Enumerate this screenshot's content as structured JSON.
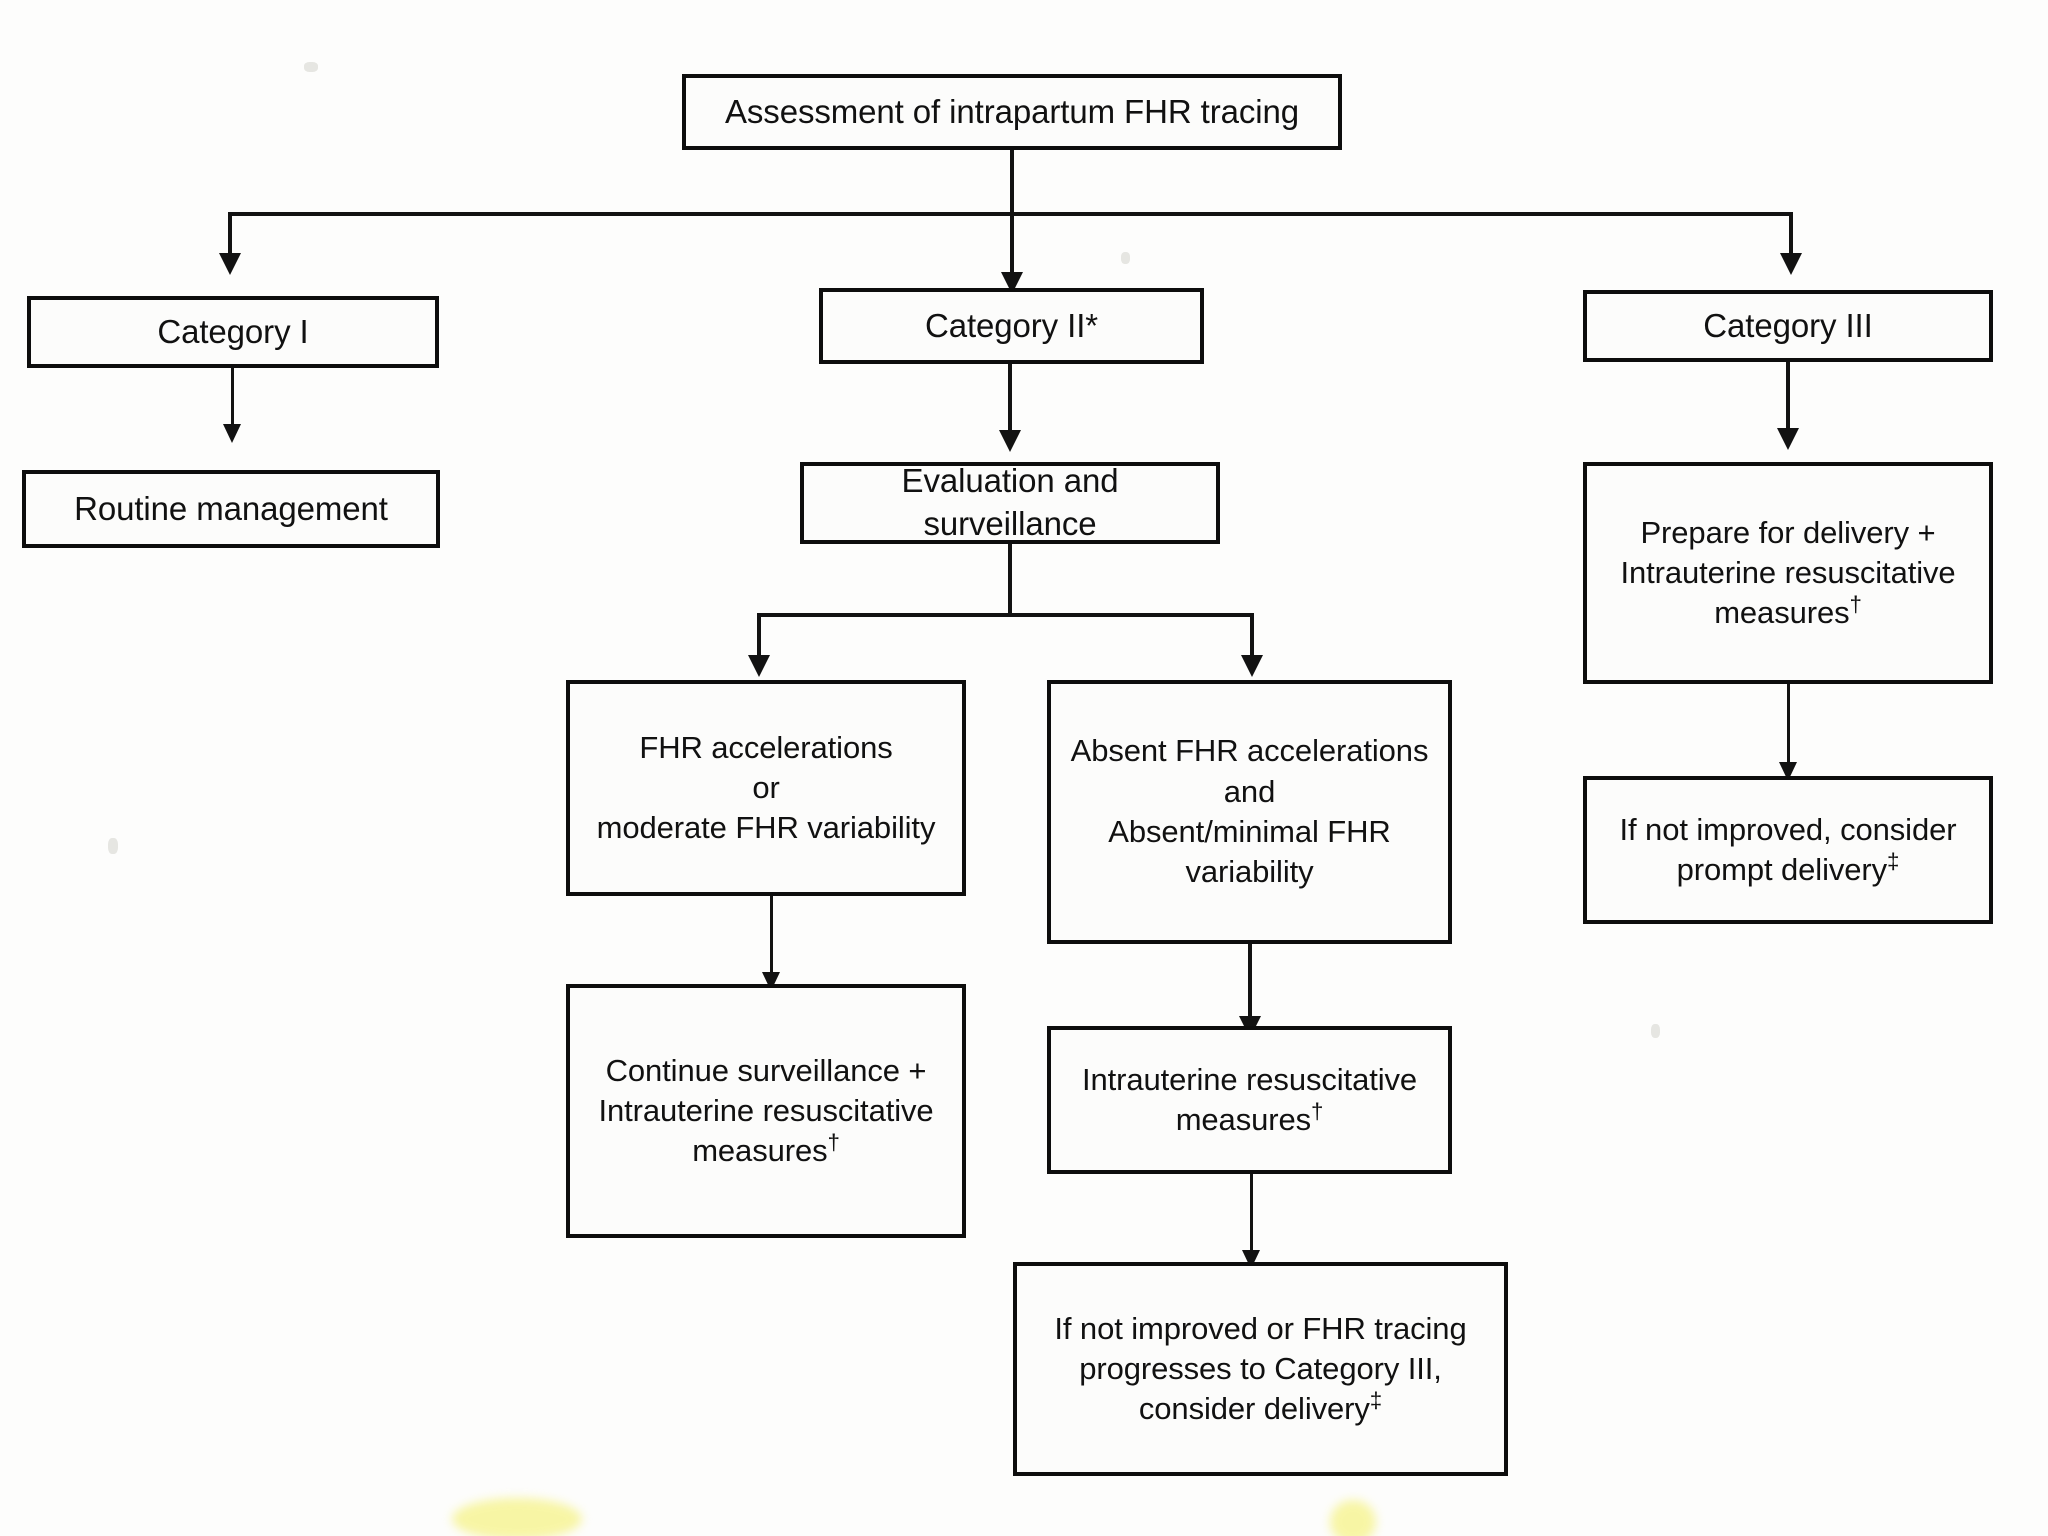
{
  "figure": {
    "title": "Assessment of intrapartum FHR tracing",
    "type": "flowchart",
    "orientation": "top-down"
  },
  "nodes": {
    "root": {
      "id": "assessment",
      "label": "Assessment of intrapartum FHR tracing"
    },
    "category1": {
      "id": "category-1",
      "label": "Category I"
    },
    "routine_management": {
      "id": "routine-management",
      "label": "Routine management"
    },
    "category2": {
      "id": "category-2",
      "label": "Category II*"
    },
    "evaluation": {
      "id": "evaluation-surveillance",
      "label": "Evaluation and surveillance"
    },
    "accel_present": {
      "id": "fhr-accelerations-present",
      "line1": "FHR accelerations",
      "line2": "or",
      "line3": "moderate FHR variability"
    },
    "accel_absent": {
      "id": "fhr-accelerations-absent",
      "line1": "Absent FHR accelerations",
      "line2": "and",
      "line3": "Absent/minimal FHR",
      "line4": "variability"
    },
    "continue_surveillance": {
      "id": "continue-surveillance",
      "line1": "Continue surveillance +",
      "line2": "Intrauterine resuscitative",
      "line3": "measures",
      "footnote": "†"
    },
    "intrauterine_measures": {
      "id": "intrauterine-resuscitative-measures",
      "line1": "Intrauterine resuscitative",
      "line2": "measures",
      "footnote": "†"
    },
    "not_improved_cat3": {
      "id": "not-improved-progresses-cat3",
      "line1": "If not improved or FHR tracing",
      "line2": "progresses to Category III,",
      "line3": "consider delivery",
      "footnote": "‡"
    },
    "category3": {
      "id": "category-3",
      "label": "Category III"
    },
    "prepare_delivery": {
      "id": "prepare-for-delivery",
      "line1": "Prepare for delivery +",
      "line2": "Intrauterine resuscitative",
      "line3": "measures",
      "footnote": "†"
    },
    "prompt_delivery": {
      "id": "if-not-improved-prompt-delivery",
      "line1": "If not improved, consider",
      "line2": "prompt delivery",
      "footnote": "‡"
    }
  },
  "footnote_markers": {
    "asterisk": "*",
    "dagger": "†",
    "double_dagger": "‡"
  },
  "edges": [
    {
      "from": "assessment",
      "to": "category-1",
      "kind": "split-left"
    },
    {
      "from": "assessment",
      "to": "category-2",
      "kind": "straight-down"
    },
    {
      "from": "assessment",
      "to": "category-3",
      "kind": "split-right"
    },
    {
      "from": "category-1",
      "to": "routine-management",
      "kind": "straight-down"
    },
    {
      "from": "category-2",
      "to": "evaluation-surveillance",
      "kind": "straight-down"
    },
    {
      "from": "evaluation-surveillance",
      "to": "fhr-accelerations-present",
      "kind": "split-left"
    },
    {
      "from": "evaluation-surveillance",
      "to": "fhr-accelerations-absent",
      "kind": "split-right"
    },
    {
      "from": "fhr-accelerations-present",
      "to": "continue-surveillance",
      "kind": "straight-down"
    },
    {
      "from": "fhr-accelerations-absent",
      "to": "intrauterine-resuscitative-measures",
      "kind": "straight-down"
    },
    {
      "from": "intrauterine-resuscitative-measures",
      "to": "not-improved-progresses-cat3",
      "kind": "straight-down"
    },
    {
      "from": "category-3",
      "to": "prepare-for-delivery",
      "kind": "straight-down"
    },
    {
      "from": "prepare-for-delivery",
      "to": "if-not-improved-prompt-delivery",
      "kind": "straight-down"
    }
  ],
  "colors": {
    "stroke": "#121212",
    "box_fill": "#fcfcfb",
    "page_background": "#fdfdfc",
    "text": "#111111",
    "highlight": "#f3ef5e"
  }
}
